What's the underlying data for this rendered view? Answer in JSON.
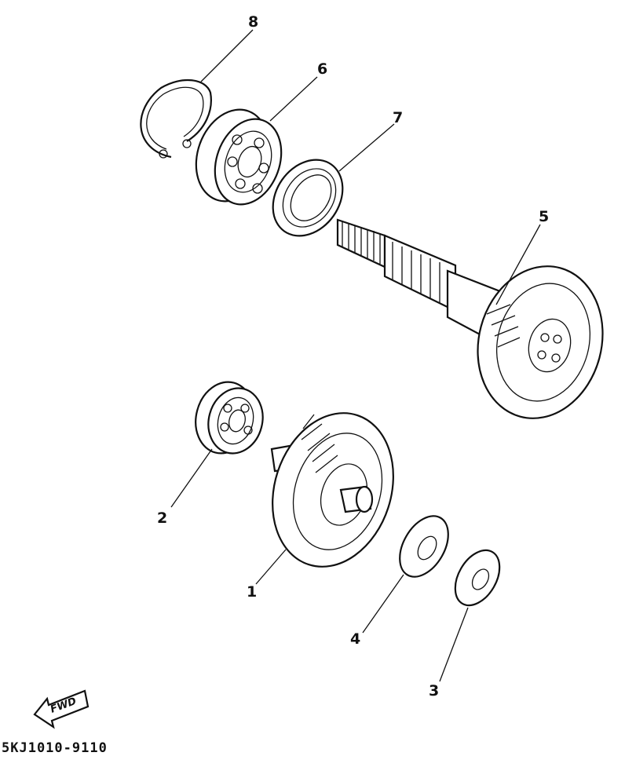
{
  "callouts": [
    {
      "id": "1",
      "label": "1"
    },
    {
      "id": "2",
      "label": "2"
    },
    {
      "id": "3",
      "label": "3"
    },
    {
      "id": "4",
      "label": "4"
    },
    {
      "id": "5",
      "label": "5"
    },
    {
      "id": "6",
      "label": "6"
    },
    {
      "id": "7",
      "label": "7"
    },
    {
      "id": "8",
      "label": "8"
    }
  ],
  "fwd_label": "FWD",
  "diagram_code": "5KJ1010-9110",
  "colors": {
    "line": "#111111",
    "background": "#ffffff"
  }
}
